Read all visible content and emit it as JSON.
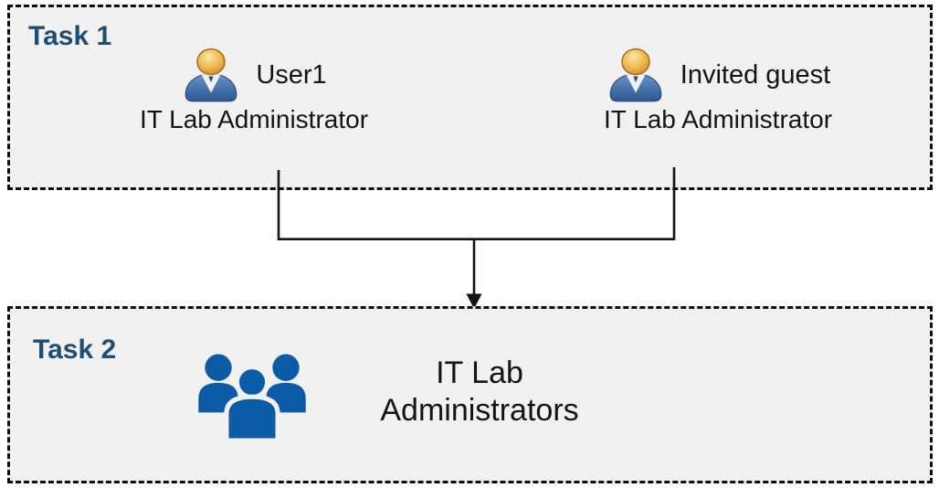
{
  "diagram": {
    "background": "#FFFFFF",
    "box_fill": "#F1F1F1",
    "box_border_color": "#0D0D0D",
    "task_label_color": "#1F4E74",
    "text_color": "#141414",
    "group_icon_color": "#0C5BA6",
    "user_icon_head_color": "#EFB94F",
    "user_icon_body_color": "#3A66A4",
    "connector_color": "#141414"
  },
  "task1": {
    "label": "Task 1",
    "personas": [
      {
        "icon": "user-icon",
        "name": "User1",
        "role": "IT Lab Administrator"
      },
      {
        "icon": "user-icon",
        "name": "Invited guest",
        "role": "IT Lab Administrator"
      }
    ]
  },
  "task2": {
    "label": "Task 2",
    "group": {
      "icon": "people-group-icon",
      "lines": [
        "IT Lab",
        "Administrators"
      ]
    }
  },
  "connector": {
    "type": "merge-down-arrow"
  }
}
